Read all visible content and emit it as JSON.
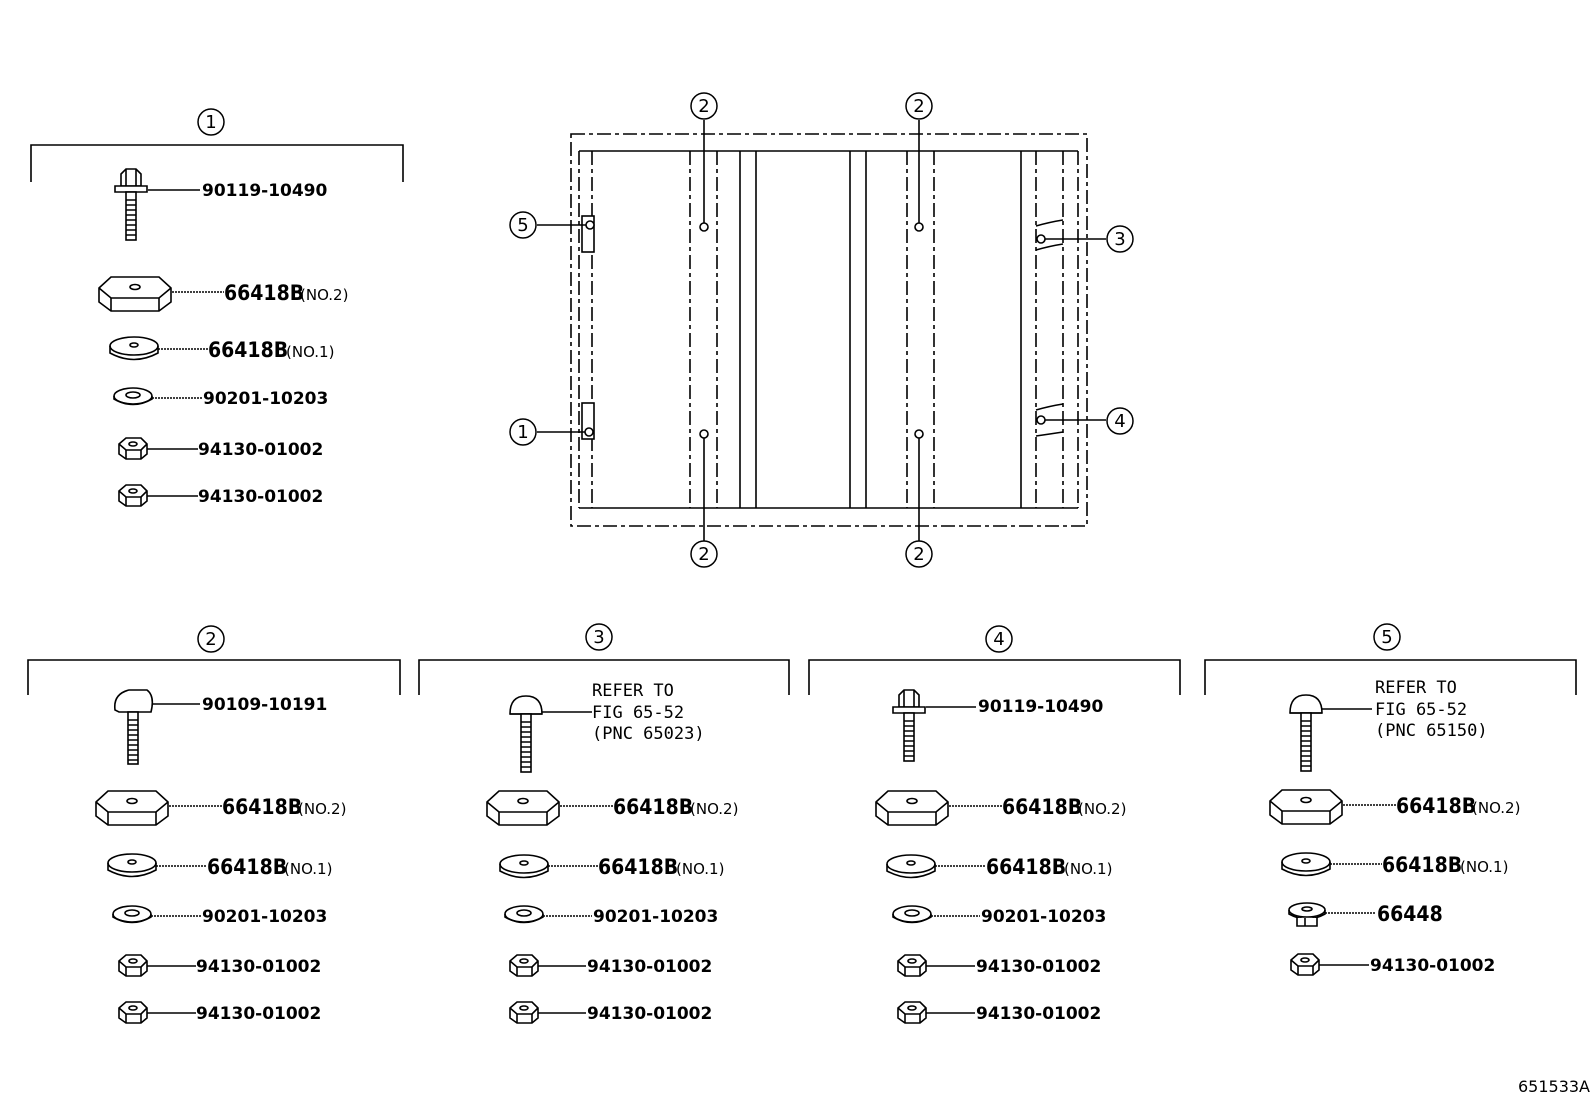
{
  "diagram_code": "651533A",
  "callout_numbers": [
    "1",
    "2",
    "3",
    "4",
    "5"
  ],
  "groups": [
    {
      "number": "1",
      "parts": [
        {
          "part_no": "90119-10490"
        },
        {
          "part_no": "66418B",
          "qualifier": "(NO.2)"
        },
        {
          "part_no": "66418B",
          "qualifier": "(NO.1)"
        },
        {
          "part_no": "90201-10203"
        },
        {
          "part_no": "94130-01002"
        },
        {
          "part_no": "94130-01002"
        }
      ]
    },
    {
      "number": "2",
      "parts": [
        {
          "part_no": "90109-10191"
        },
        {
          "part_no": "66418B",
          "qualifier": "(NO.2)"
        },
        {
          "part_no": "66418B",
          "qualifier": "(NO.1)"
        },
        {
          "part_no": "90201-10203"
        },
        {
          "part_no": "94130-01002"
        },
        {
          "part_no": "94130-01002"
        }
      ]
    },
    {
      "number": "3",
      "note": [
        "REFER TO",
        "FIG 65-52",
        "(PNC 65023)"
      ],
      "parts": [
        {
          "part_no": "66418B",
          "qualifier": "(NO.2)"
        },
        {
          "part_no": "66418B",
          "qualifier": "(NO.1)"
        },
        {
          "part_no": "90201-10203"
        },
        {
          "part_no": "94130-01002"
        },
        {
          "part_no": "94130-01002"
        }
      ]
    },
    {
      "number": "4",
      "parts": [
        {
          "part_no": "90119-10490"
        },
        {
          "part_no": "66418B",
          "qualifier": "(NO.2)"
        },
        {
          "part_no": "66418B",
          "qualifier": "(NO.1)"
        },
        {
          "part_no": "90201-10203"
        },
        {
          "part_no": "94130-01002"
        },
        {
          "part_no": "94130-01002"
        }
      ]
    },
    {
      "number": "5",
      "note": [
        "REFER TO",
        "FIG 65-52",
        "(PNC 65150)"
      ],
      "parts": [
        {
          "part_no": "66418B",
          "qualifier": "(NO.2)"
        },
        {
          "part_no": "66418B",
          "qualifier": "(NO.1)"
        },
        {
          "part_no": "66448"
        },
        {
          "part_no": "94130-01002"
        }
      ]
    }
  ],
  "colors": {
    "ink": "#000000",
    "background": "#ffffff"
  }
}
